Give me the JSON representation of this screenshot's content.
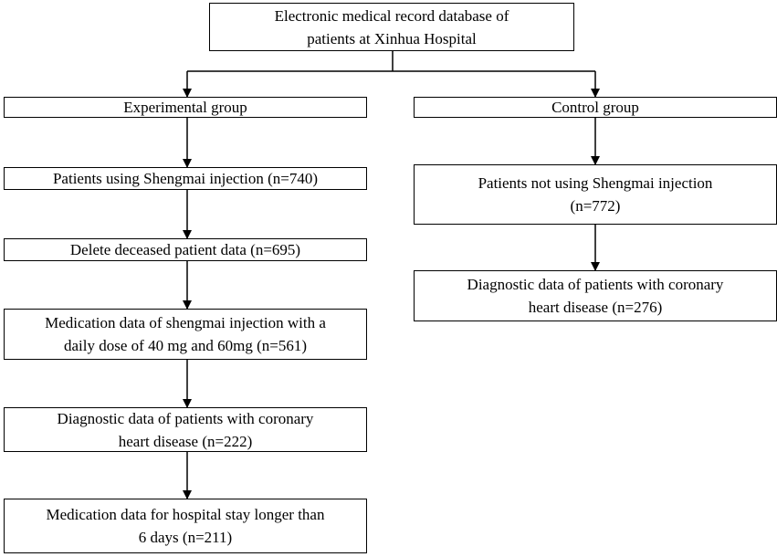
{
  "flowchart": {
    "root": {
      "line1": "Electronic medical record database of",
      "line2": "patients at Xinhua Hospital"
    },
    "experimental": {
      "header": "Experimental group",
      "step1": "Patients using Shengmai injection (n=740)",
      "step2": "Delete deceased patient data (n=695)",
      "step3": {
        "line1": "Medication data of shengmai injection with a",
        "line2": "daily dose of 40 mg and 60mg (n=561)"
      },
      "step4": {
        "line1": "Diagnostic data of patients with coronary",
        "line2": "heart disease (n=222)"
      },
      "step5": {
        "line1": "Medication data for hospital stay longer than",
        "line2": "6 days (n=211)"
      }
    },
    "control": {
      "header": "Control group",
      "step1": {
        "line1": "Patients not using Shengmai injection",
        "line2": "(n=772)"
      },
      "step2": {
        "line1": "Diagnostic data of patients with coronary",
        "line2": "heart disease (n=276)"
      }
    }
  }
}
